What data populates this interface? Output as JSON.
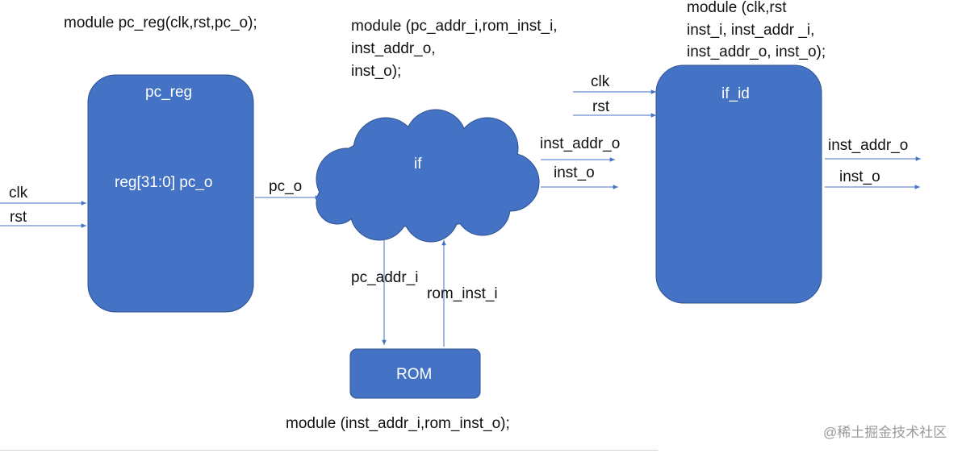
{
  "colors": {
    "block_fill": "#4472c4",
    "block_stroke": "#2f528f",
    "arrow": "#4472c4",
    "text": "#111111",
    "block_text": "#ffffff"
  },
  "annotations": {
    "pc_reg_module": "module pc_reg(clk,rst,pc_o);",
    "if_module": [
      "module (pc_addr_i,rom_inst_i,",
      "inst_addr_o,",
      "inst_o);"
    ],
    "if_id_module": [
      "module (clk,rst",
      "inst_i, inst_addr _i,",
      "inst_addr_o, inst_o);"
    ],
    "rom_module": "module (inst_addr_i,rom_inst_o);"
  },
  "blocks": {
    "pc_reg": {
      "title": "pc_reg",
      "content": "reg[31:0] pc_o"
    },
    "if": {
      "label": "if"
    },
    "if_id": {
      "title": "if_id"
    },
    "rom": {
      "label": "ROM"
    }
  },
  "signals": {
    "pc_reg_clk": "clk",
    "pc_reg_rst": "rst",
    "pc_o": "pc_o",
    "if_inst_addr_o": "inst_addr_o",
    "if_inst_o": "inst_o",
    "pc_addr_i": "pc_addr_i",
    "rom_inst_i": "rom_inst_i",
    "if_id_clk": "clk",
    "if_id_rst": "rst",
    "if_id_inst_addr_o": "inst_addr_o",
    "if_id_inst_o": "inst_o"
  },
  "watermark": "@稀土掘金技术社区"
}
